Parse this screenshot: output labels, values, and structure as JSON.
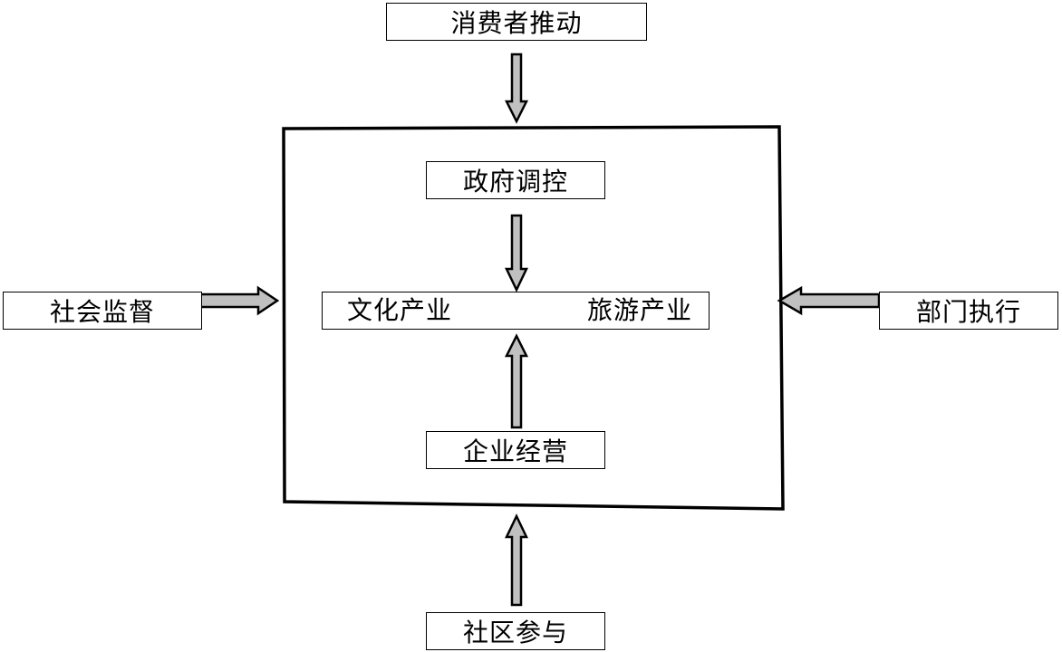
{
  "nodes": {
    "consumer_drive": "消费者推动",
    "government_control": "政府调控",
    "social_supervision": "社会监督",
    "cultural_industry": "文化产业",
    "tourism_industry": "旅游产业",
    "department_execution": "部门执行",
    "enterprise_operation": "企业经营",
    "community_participation": "社区参与"
  },
  "colors": {
    "line": "#000000",
    "arrow_fill": "#c0c0c0",
    "background": "#ffffff"
  }
}
